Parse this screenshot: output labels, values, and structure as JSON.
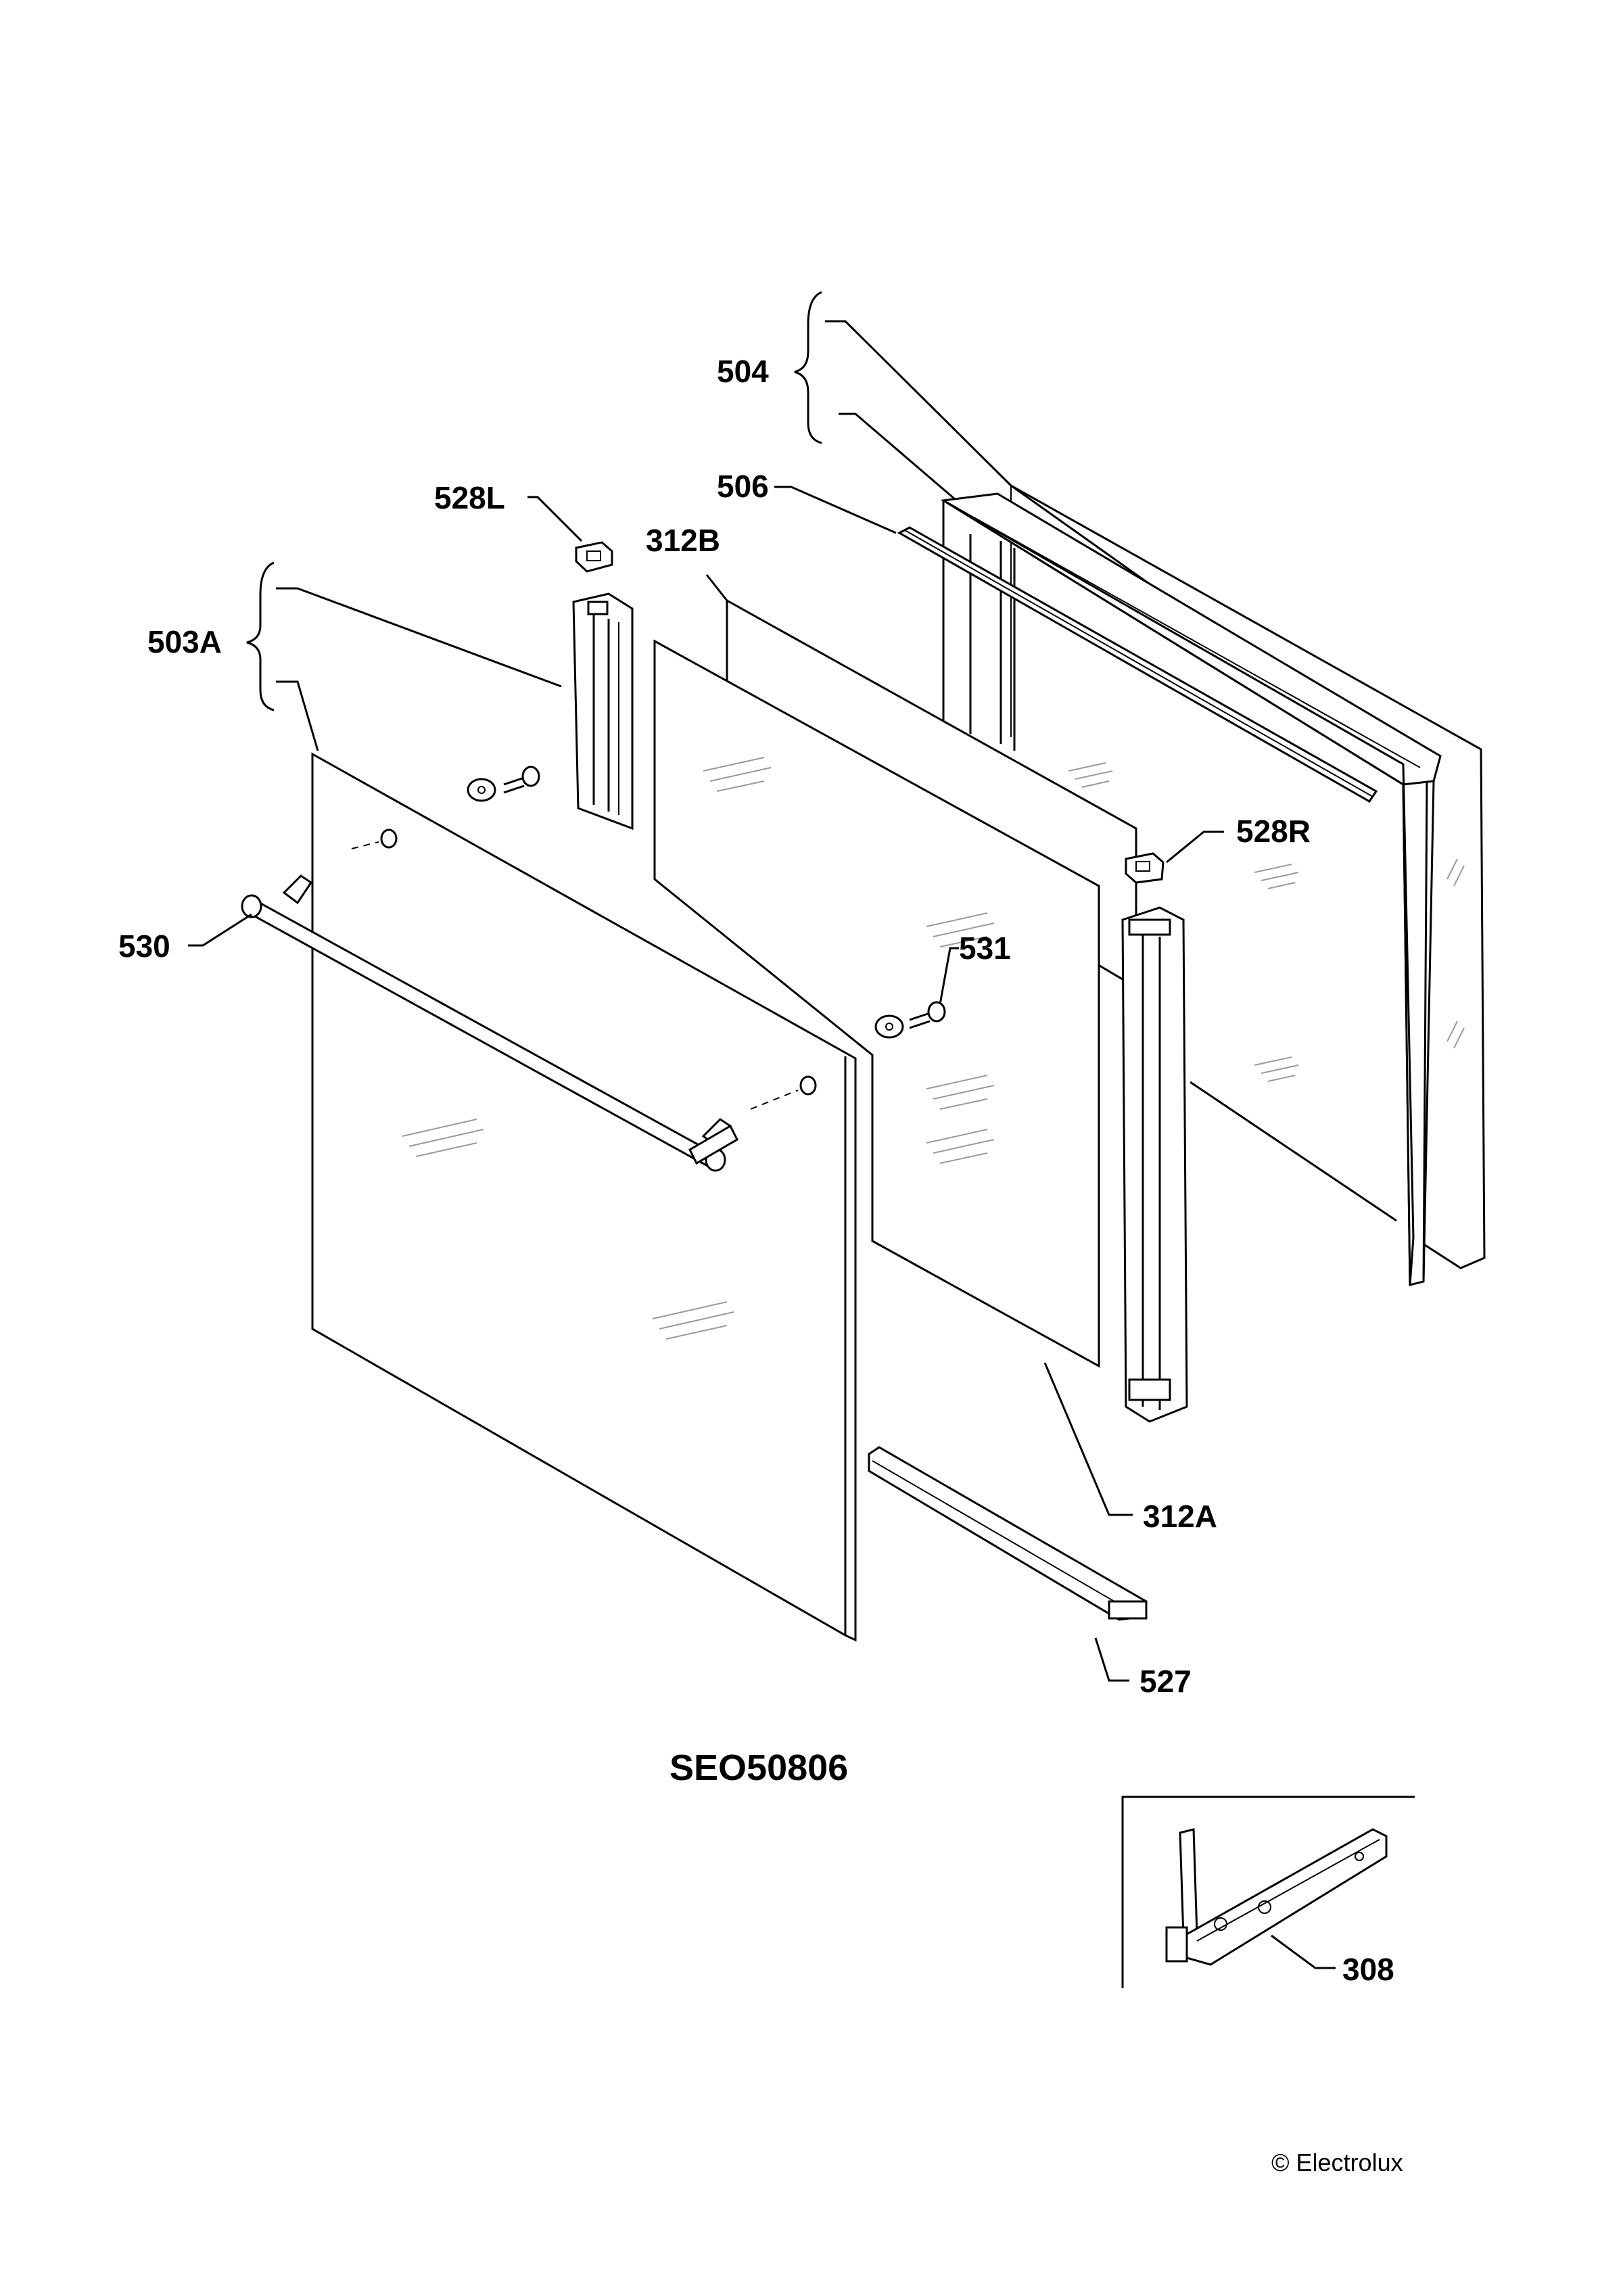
{
  "diagram": {
    "model_code": "SEO50806",
    "copyright": "© Electrolux",
    "callouts": {
      "c504": "504",
      "c506": "506",
      "c528L": "528L",
      "c312B": "312B",
      "c503A": "503A",
      "c528R": "528R",
      "c530": "530",
      "c531": "531",
      "c312A": "312A",
      "c527": "527",
      "c308": "308"
    }
  }
}
